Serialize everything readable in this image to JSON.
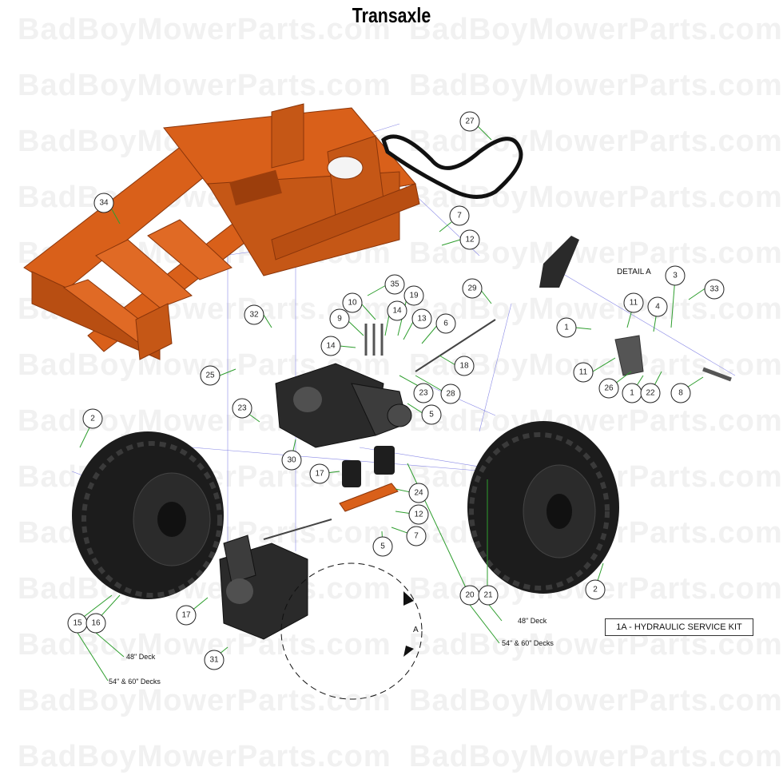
{
  "title": "Transaxle",
  "watermark": "BadBoyMowerParts.com",
  "detail_label": "DETAIL  A",
  "detail_marker": "A",
  "service_kit": "1A - HYDRAULIC SERVICE KIT",
  "notes": {
    "n48_right": "48\" Deck",
    "n5460_right": "54\" & 60\" Decks",
    "n48_left": "48\" Deck",
    "n5460_left": "54\" & 60\" Decks"
  },
  "callouts": [
    "27",
    "34",
    "7",
    "12",
    "35",
    "10",
    "19",
    "14",
    "13",
    "6",
    "9",
    "14",
    "32",
    "18",
    "25",
    "23",
    "28",
    "5",
    "29",
    "11",
    "4",
    "3",
    "33",
    "1",
    "11",
    "26",
    "1",
    "22",
    "8",
    "2",
    "23",
    "30",
    "17",
    "24",
    "12",
    "7",
    "5",
    "2",
    "20",
    "21",
    "17",
    "15",
    "16",
    "31"
  ],
  "colors": {
    "frame": "#d9601a",
    "frame_dark": "#9c3e0c",
    "tire": "#1c1c1c",
    "leader": "#2e9e2e",
    "blueprint": "#6a6adc"
  }
}
